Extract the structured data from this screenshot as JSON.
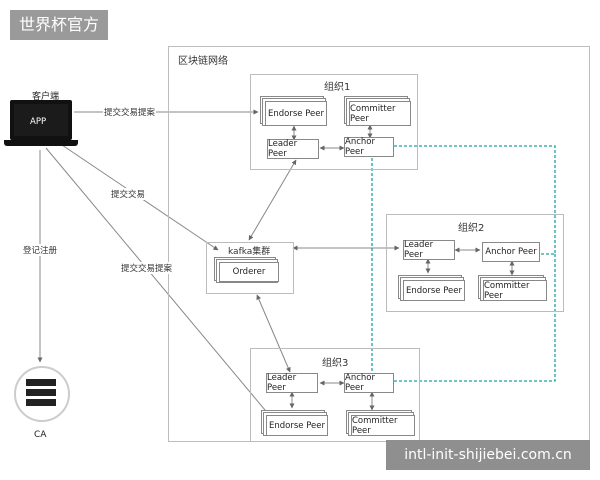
{
  "watermark": {
    "top": "世界杯官方",
    "bottom": "intl-init-shijiebei.com.cn"
  },
  "network": {
    "title": "区块链网络"
  },
  "client": {
    "label": "客户端",
    "app": "APP"
  },
  "orgs": {
    "org1": {
      "title": "组织1",
      "endorse": "Endorse Peer",
      "committer": "Committer Peer",
      "leader": "Leader Peer",
      "anchor": "Anchor Peer"
    },
    "org2": {
      "title": "组织2",
      "leader": "Leader Peer",
      "anchor": "Anchor Peer",
      "endorse": "Endorse Peer",
      "committer": "Committer Peer"
    },
    "org3": {
      "title": "组织3",
      "leader": "Leader Peer",
      "anchor": "Anchor Peer",
      "endorse": "Endorse Peer",
      "committer": "Committer Peer"
    }
  },
  "kafka": {
    "title": "kafka集群",
    "orderer": "Orderer"
  },
  "edges": {
    "submit_proposal_1": "提交交易提案",
    "submit_tx": "提交交易",
    "submit_proposal_2": "提交交易提案",
    "register": "登记注册"
  },
  "ca": {
    "label": "CA"
  },
  "colors": {
    "gossip": "#1aa3a3",
    "arrow": "#777777"
  }
}
